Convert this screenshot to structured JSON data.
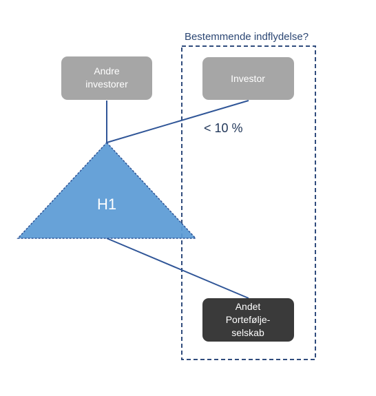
{
  "diagram": {
    "region": {
      "title": "Bestemmende indflydelse?"
    },
    "nodes": {
      "andre_investorer": {
        "lines": [
          "Andre",
          "investorer"
        ]
      },
      "investor": {
        "lines": [
          "Investor"
        ]
      },
      "h1": {
        "label": "H1"
      },
      "portefolje": {
        "lines": [
          "Andet",
          "Portefølje-",
          "selskab"
        ]
      }
    },
    "edges": {
      "investor_share": "< 10 %"
    },
    "colors": {
      "gray_box": "#a6a6a6",
      "dark_box": "#3a3a3a",
      "triangle_fill": "#5b9bd5",
      "line": "#2f5597",
      "region_border": "#2f4b7c",
      "title_text": "#2b4673"
    }
  }
}
